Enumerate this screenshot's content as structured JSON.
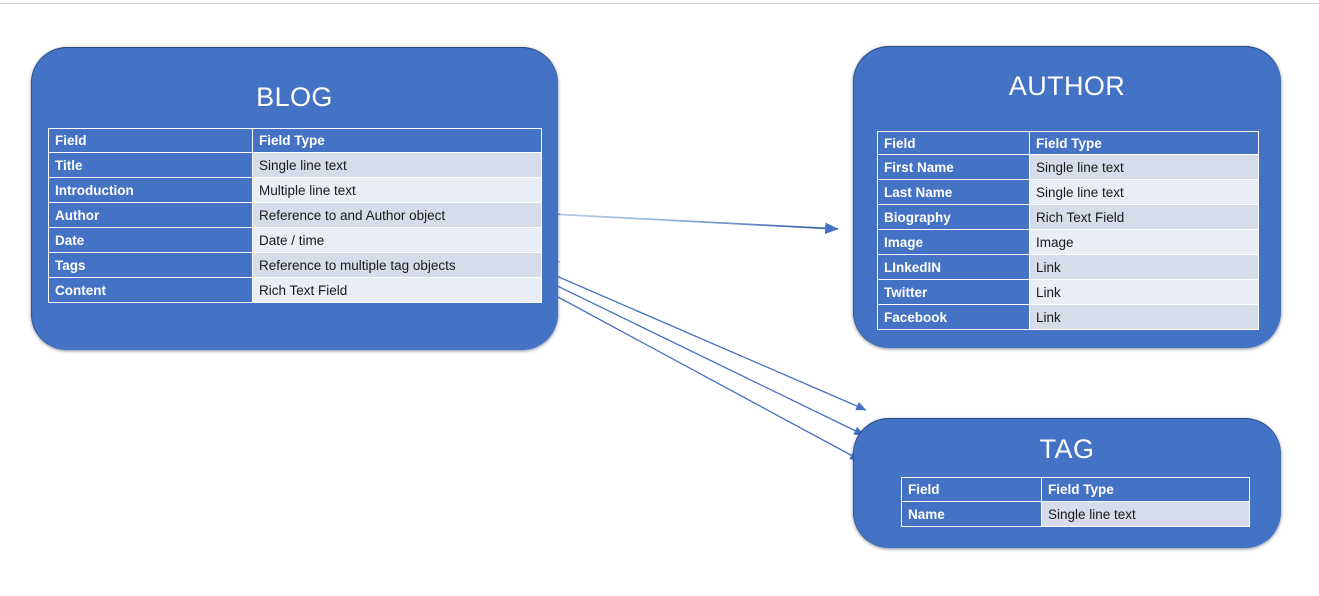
{
  "diagram": {
    "title_text_color": "#ffffff",
    "entity_fill": "#4472c4",
    "connector_color": "#4472c4",
    "row_shade_a": "#d6dce9",
    "row_shade_b": "#e9edf5"
  },
  "columns": {
    "field": "Field",
    "field_type": "Field Type"
  },
  "entities": {
    "blog": {
      "name": "BLOG",
      "rows": [
        {
          "field": "Title",
          "type": "Single line text"
        },
        {
          "field": "Introduction",
          "type": "Multiple line text"
        },
        {
          "field": "Author",
          "type": "Reference to and Author object"
        },
        {
          "field": "Date",
          "type": "Date / time"
        },
        {
          "field": "Tags",
          "type": "Reference to multiple tag objects"
        },
        {
          "field": "Content",
          "type": "Rich Text Field"
        }
      ]
    },
    "author": {
      "name": "AUTHOR",
      "rows": [
        {
          "field": "First Name",
          "type": "Single line text"
        },
        {
          "field": "Last Name",
          "type": "Single line text"
        },
        {
          "field": "Biography",
          "type": "Rich Text Field"
        },
        {
          "field": "Image",
          "type": "Image"
        },
        {
          "field": "LInkedIN",
          "type": "Link"
        },
        {
          "field": "Twitter",
          "type": "Link"
        },
        {
          "field": "Facebook",
          "type": "Link"
        }
      ]
    },
    "tag": {
      "name": "TAG",
      "rows": [
        {
          "field": "Name",
          "type": "Single line text"
        }
      ]
    }
  },
  "relationships": [
    {
      "from": "blog.Author",
      "to": "author",
      "label": ""
    },
    {
      "from": "blog.Tags",
      "to": "tag",
      "label": ""
    },
    {
      "from": "blog.Tags",
      "to": "tag",
      "label": ""
    },
    {
      "from": "blog.Tags",
      "to": "tag",
      "label": ""
    }
  ]
}
